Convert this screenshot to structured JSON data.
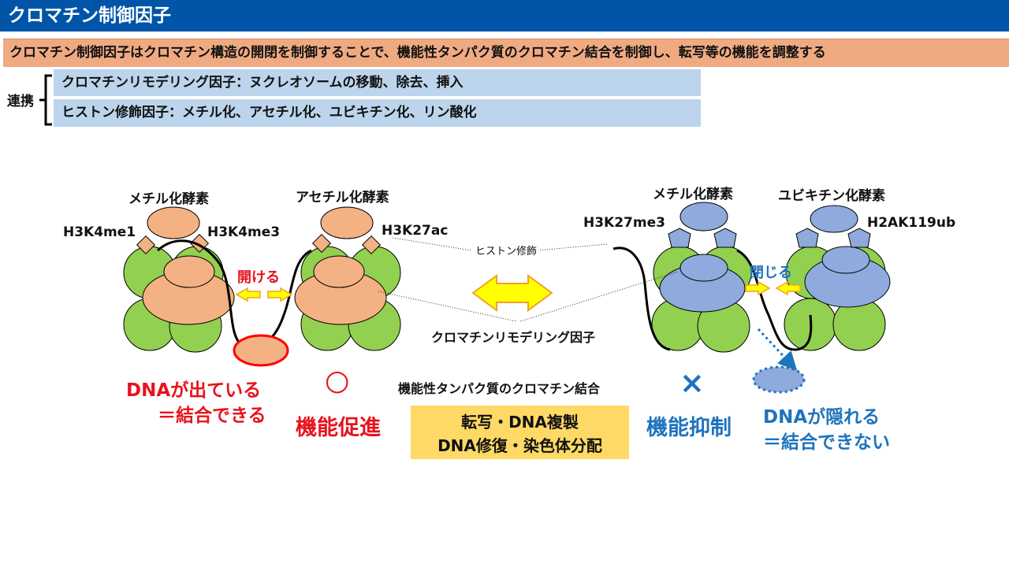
{
  "header": {
    "title": "クロマチン制御因子"
  },
  "summary": "クロマチン制御因子はクロマチン構造の開閉を制御することで、機能性タンパク質のクロマチン結合を制御し、転写等の機能を調整する",
  "cooperation": {
    "label": "連携",
    "items": [
      "クロマチンリモデリング因子：ヌクレオソームの移動、除去、挿入",
      "ヒストン修飾因子：メチル化、アセチル化、ユビキチン化、リン酸化"
    ]
  },
  "diagram": {
    "active": {
      "enzyme_methyl": "メチル化酵素",
      "enzyme_acetyl": "アセチル化酵素",
      "mark_h3k4me1": "H3K4me1",
      "mark_h3k4me3": "H3K4me3",
      "mark_h3k27ac": "H3K27ac",
      "open_label": "開ける",
      "dna_state_line1": "DNAが出ている",
      "dna_state_line2": "＝結合できる",
      "symbol": "○",
      "effect": "機能促進"
    },
    "repressed": {
      "enzyme_methyl": "メチル化酵素",
      "enzyme_ubiq": "ユビキチン化酵素",
      "mark_h3k27me3": "H3K27me3",
      "mark_h2ak119ub": "H2AK119ub",
      "close_label": "閉じる",
      "dna_state_line1": "DNAが隠れる",
      "dna_state_line2": "＝結合できない",
      "symbol": "×",
      "effect": "機能抑制"
    },
    "histone_mod_label": "ヒストン修飾",
    "remodeling_label": "クロマチンリモデリング因子",
    "binding_label": "機能性タンパク質のクロマチン結合",
    "functions": [
      "転写・DNA複製",
      "DNA修復・染色体分配"
    ]
  },
  "colors": {
    "title_bar": "#0055a8",
    "summary_bar": "#f0aa82",
    "info_box": "#bcd5ec",
    "histone_green": "#92d050",
    "active_factor": "#f4b183",
    "repressive_factor": "#8faadc",
    "arrow_yellow": "#ffff00",
    "red": "#e8121c",
    "blue": "#1e73be",
    "function_box": "#ffd966"
  }
}
